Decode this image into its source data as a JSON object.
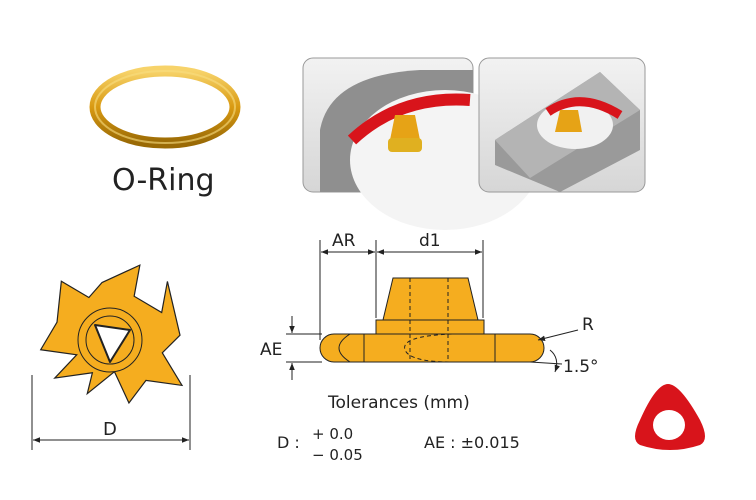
{
  "oring": {
    "label": "O-Ring"
  },
  "dimensions": {
    "ar": "AR",
    "d1": "d1",
    "ae": "AE",
    "r": "R",
    "angle": "1.5°",
    "d": "D"
  },
  "tolerances": {
    "title": "Tolerances (mm)",
    "d_label": "D :",
    "d_plus": "+ 0.0",
    "d_minus": "− 0.05",
    "ae": "AE : ±0.015"
  },
  "colors": {
    "gold": "#f5ad1f",
    "red": "#d8141b",
    "gray": "#8d8d8d"
  }
}
